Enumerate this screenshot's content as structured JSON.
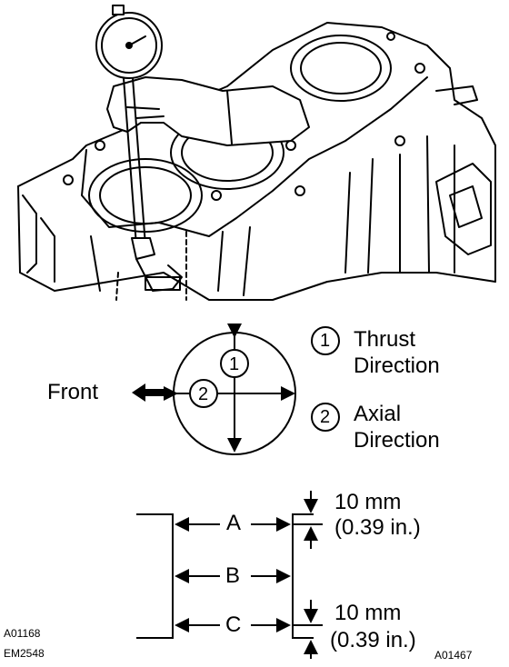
{
  "legend": {
    "item1": {
      "number": "1",
      "line1": "Thrust",
      "line2": "Direction"
    },
    "item2": {
      "number": "2",
      "line1": "Axial",
      "line2": "Direction"
    }
  },
  "front_label": "Front",
  "bore_points": [
    "A",
    "B",
    "C"
  ],
  "dim_top": {
    "metric": "10 mm",
    "imperial": "(0.39 in.)"
  },
  "dim_bottom": {
    "metric": "10 mm",
    "imperial": "(0.39 in.)"
  },
  "codes": {
    "left_top": "A01168",
    "left_bottom": "EM2548",
    "right": "A01467"
  }
}
